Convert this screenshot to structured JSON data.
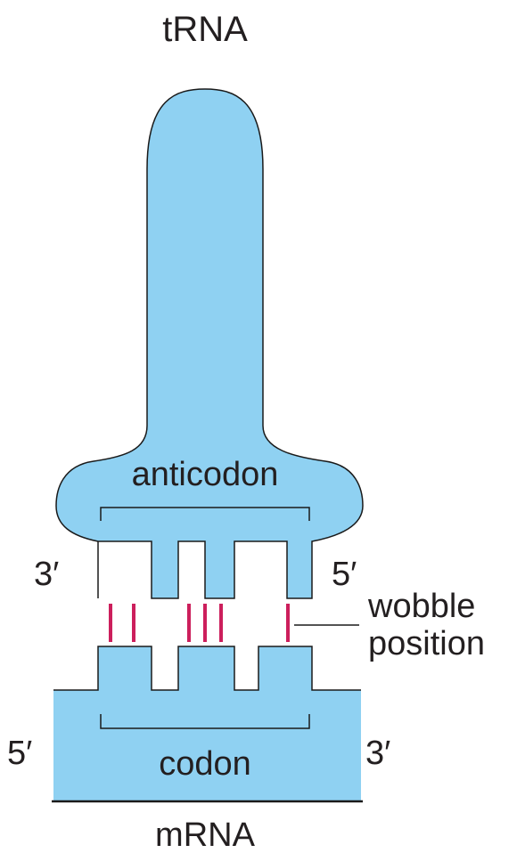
{
  "diagram": {
    "title": "tRNA",
    "anticodon_label": "anticodon",
    "codon_label": "codon",
    "mrna_label": "mRNA",
    "trna_3prime": "3′",
    "trna_5prime": "5′",
    "mrna_5prime": "5′",
    "mrna_3prime": "3′",
    "wobble_label_line1": "wobble",
    "wobble_label_line2": "position"
  },
  "colors": {
    "rna_fill": "#8fd1f2",
    "outline": "#1a1a1a",
    "base_pair": "#cc1f5c",
    "text": "#231f20"
  }
}
